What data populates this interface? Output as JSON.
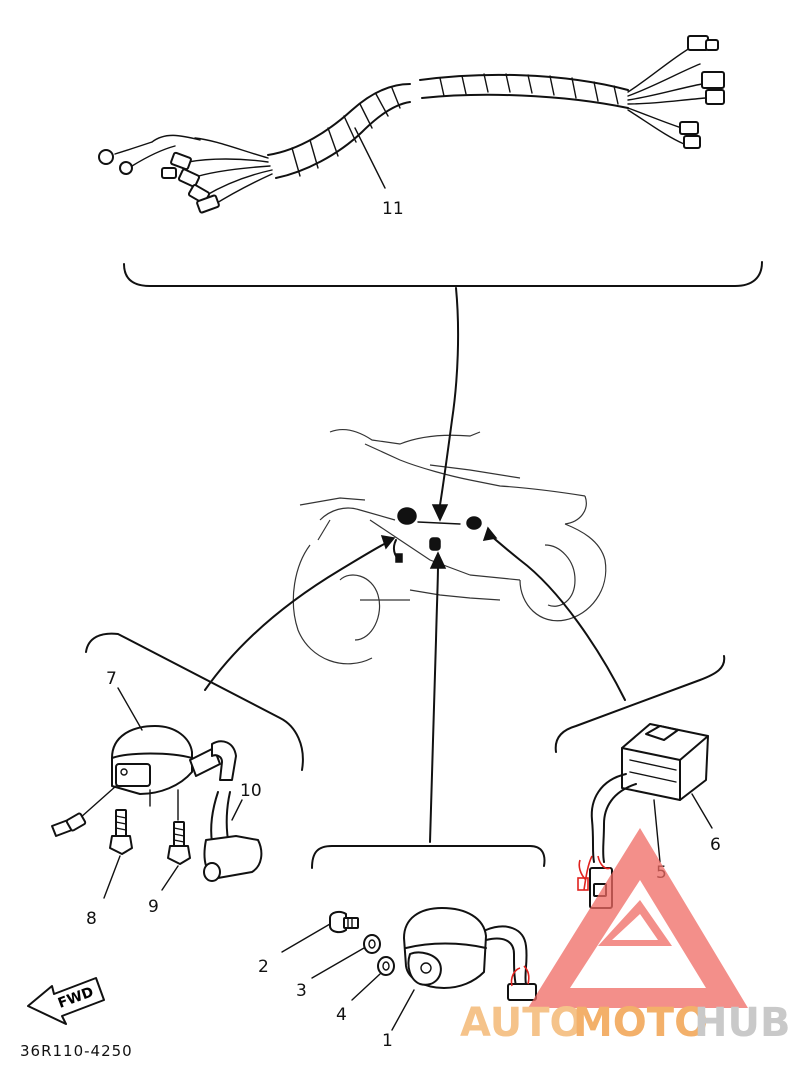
{
  "diagram": {
    "part_code": "36R110-4250",
    "fwd_label": "FWD",
    "callouts": [
      "1",
      "2",
      "3",
      "4",
      "5",
      "6",
      "7",
      "8",
      "9",
      "10",
      "11"
    ]
  },
  "watermark": {
    "text_a": "AUTO",
    "text_b": "MOTO",
    "text_c": "HUB",
    "color_a": "#f5c38a",
    "color_b": "#f3b06a",
    "color_c": "#c9c9c9",
    "triangle_color": "#ef6a63"
  }
}
